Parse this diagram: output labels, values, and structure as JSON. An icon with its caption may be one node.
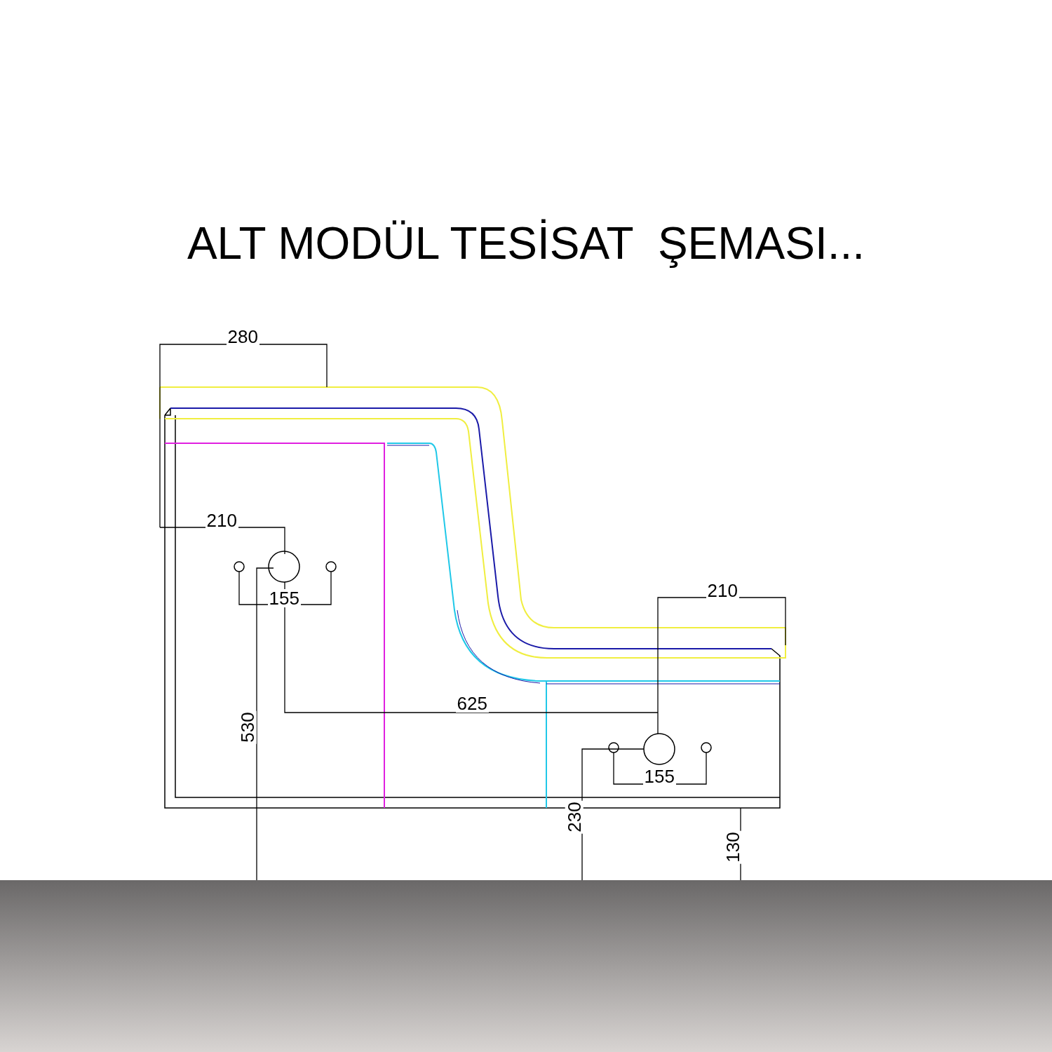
{
  "diagram": {
    "title": "ALT MODÜL TESİSAT  ŞEMASI...",
    "labels": [
      "280",
      "210",
      "210",
      "155",
      "625",
      "530",
      "155",
      "230",
      "130"
    ]
  }
}
